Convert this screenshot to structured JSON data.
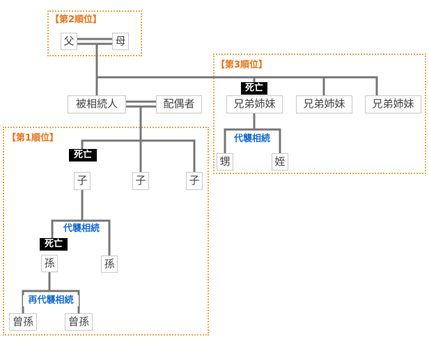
{
  "groups": {
    "first": "【第1順位】",
    "second": "【第2順位】",
    "third": "【第3順位】"
  },
  "nodes": {
    "father": "父",
    "mother": "母",
    "deceased_person": "被相続人",
    "spouse": "配偶者",
    "sibling_1": "兄弟姉妹",
    "sibling_2": "兄弟姉妹",
    "sibling_3": "兄弟姉妹",
    "nephew": "甥",
    "niece": "姪",
    "child_1": "子",
    "child_2": "子",
    "child_3": "子",
    "grandchild_1": "孫",
    "grandchild_2": "孫",
    "great_grandchild_1": "曾孫",
    "great_grandchild_2": "曾孫"
  },
  "badges": {
    "deceased": "死亡"
  },
  "notes": {
    "representation": "代襲相続",
    "re_representation": "再代襲相続"
  },
  "colors": {
    "group_border": "#f0a546",
    "group_title": "#e8731a",
    "note_text": "#1a6fd4",
    "line": "#777777",
    "badge_bg": "#000000"
  }
}
